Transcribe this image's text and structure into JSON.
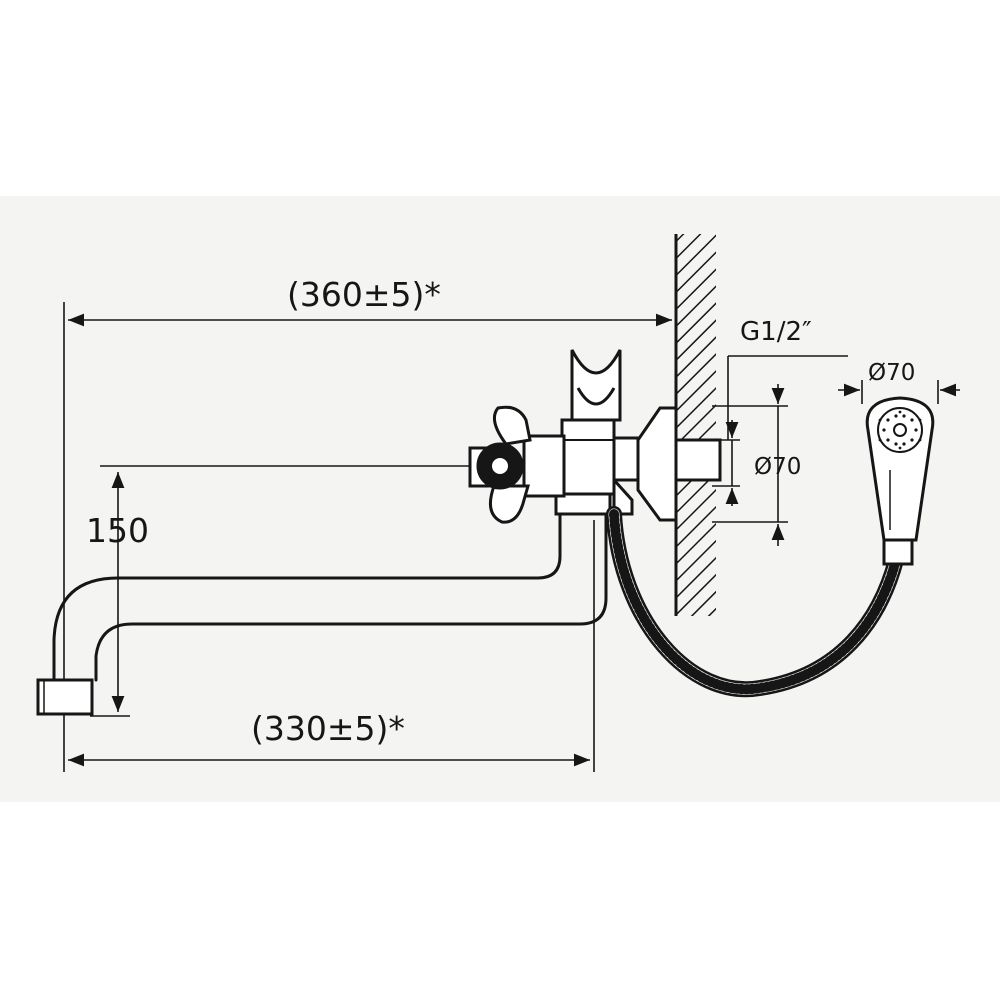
{
  "labels": {
    "total_length": "(360±5)*",
    "spout_length": "(330±5)*",
    "height": "150",
    "thread": "G1/2″",
    "wall_flange_diameter": "Ø70",
    "shower_head_diameter": "Ø70"
  },
  "colors": {
    "background": "#ffffff",
    "sheet": "#f4f4f2",
    "ink": "#161616"
  }
}
